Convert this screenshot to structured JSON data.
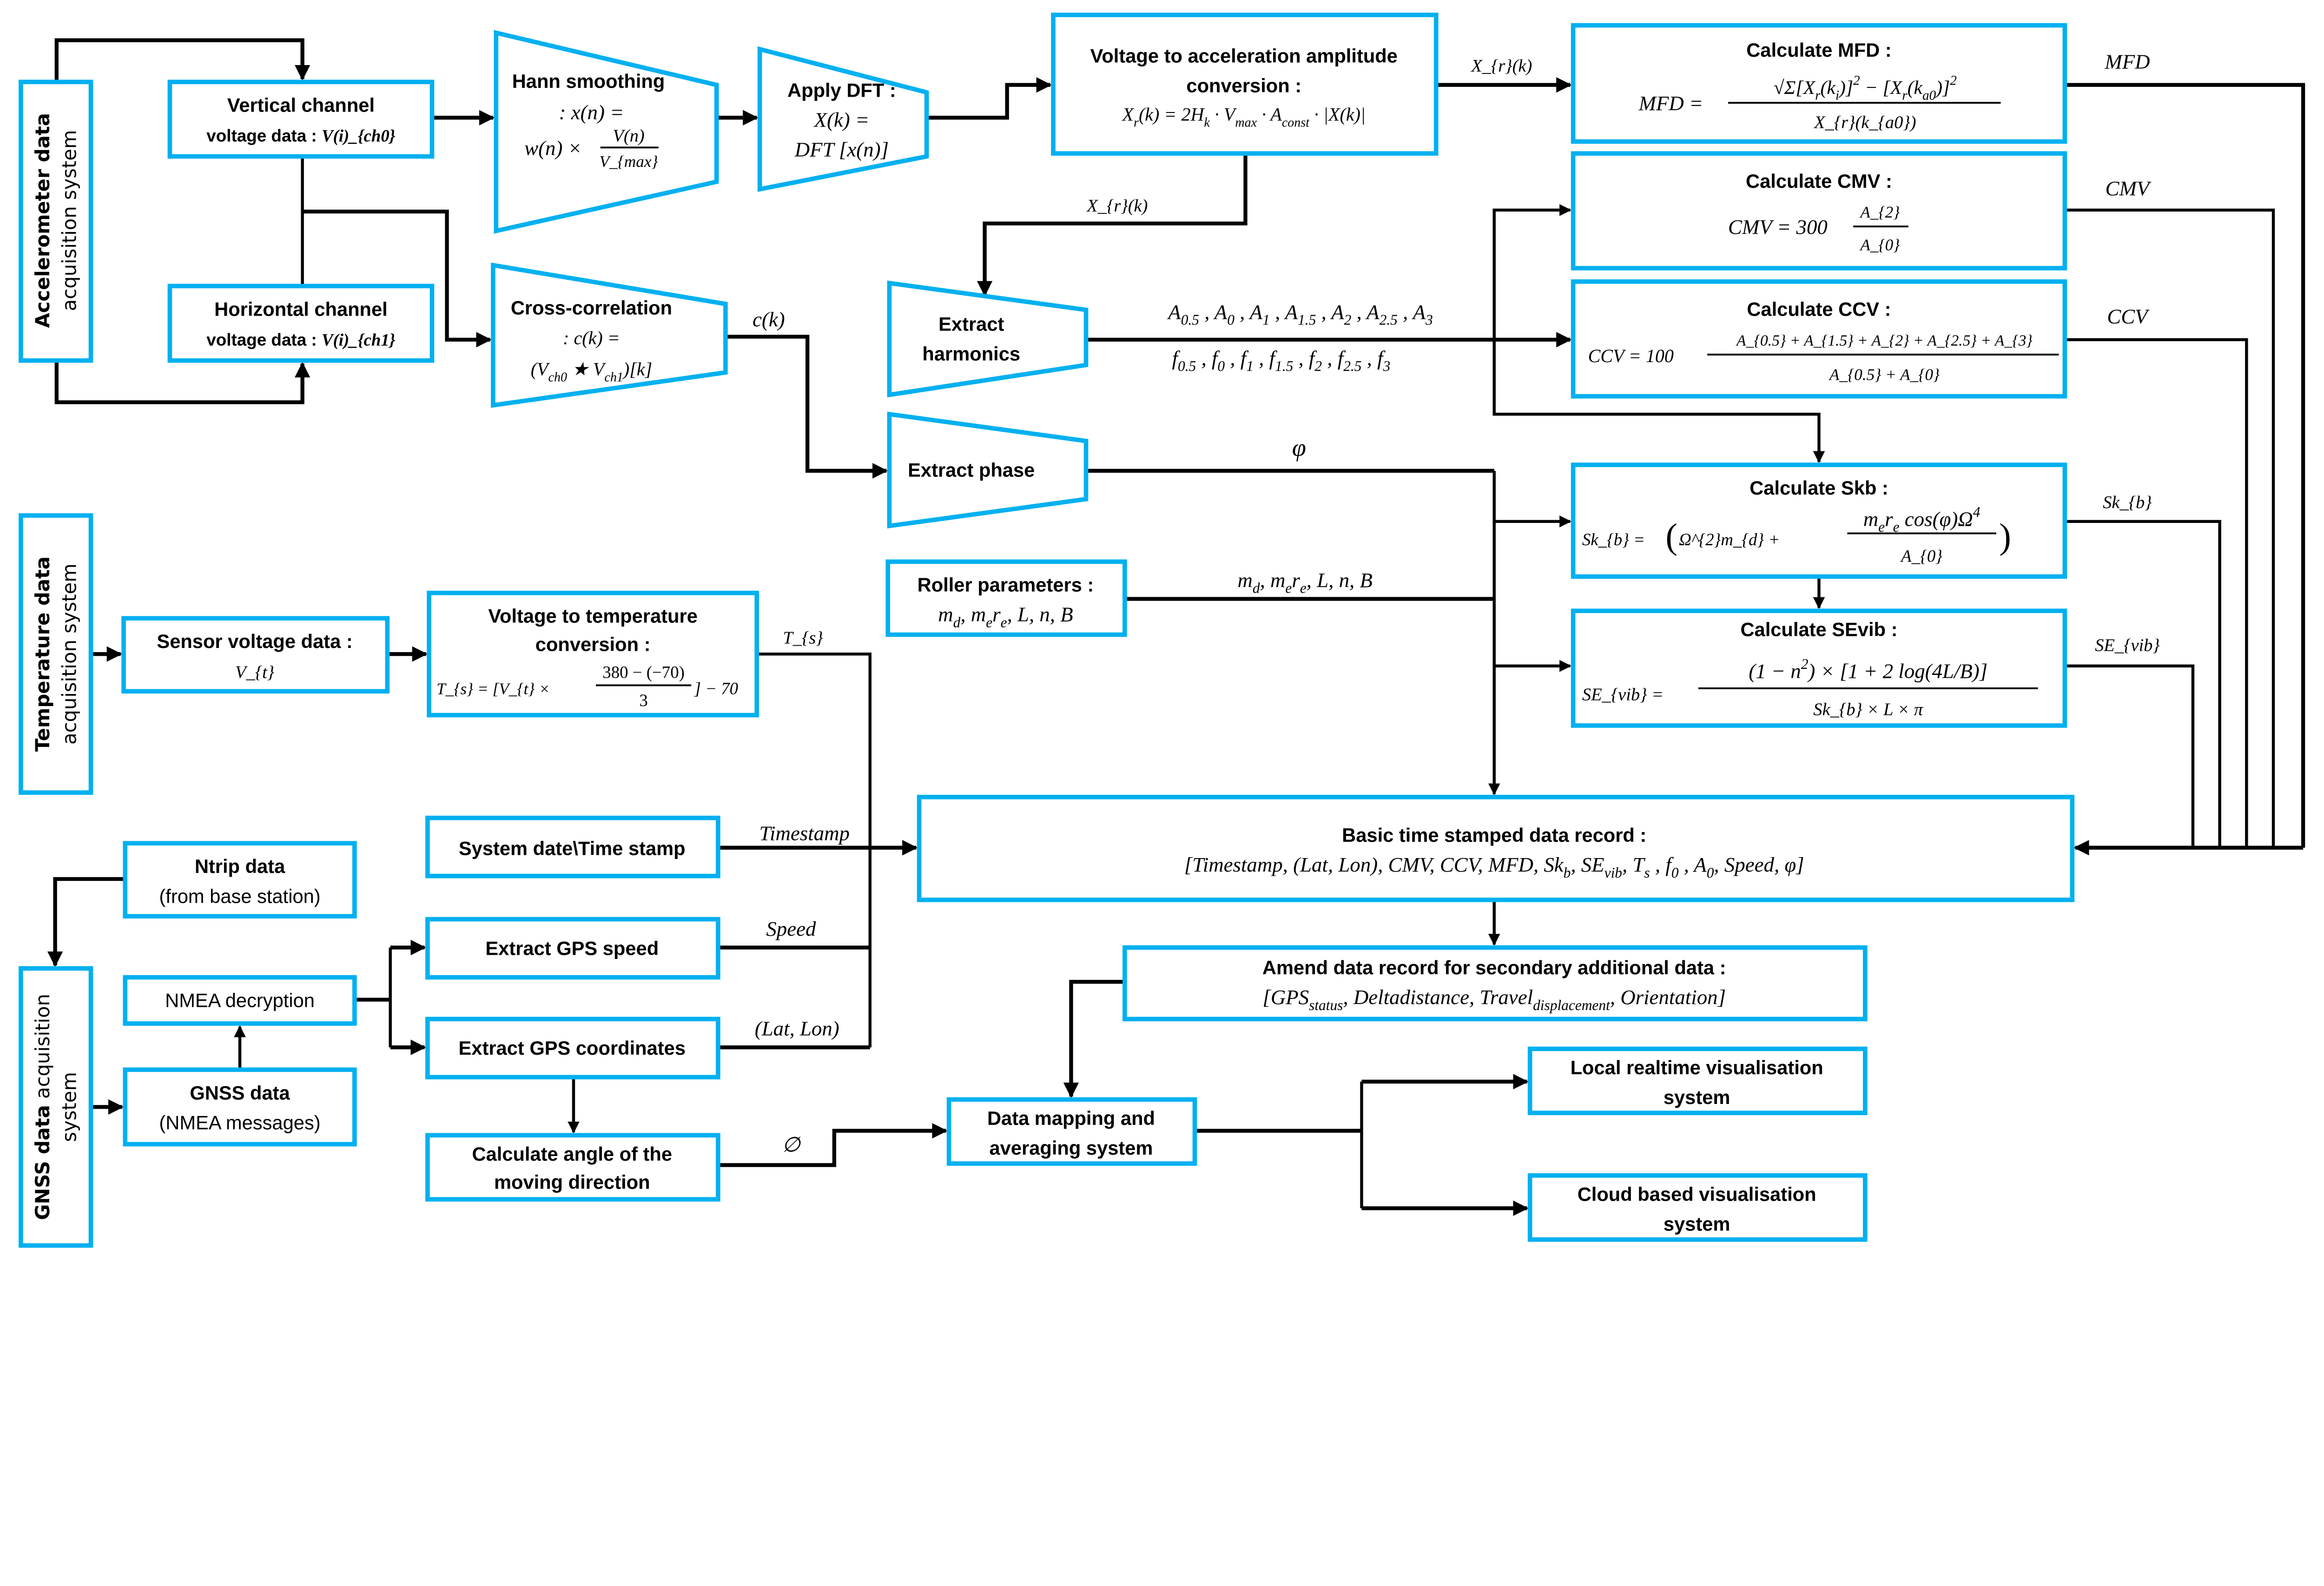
{
  "colors": {
    "box_border": "#00B0F0",
    "line": "#000000"
  },
  "accel_system": {
    "title": "Accelerometer data",
    "subtitle": "acquisition system"
  },
  "temp_system": {
    "title": "Temperature data",
    "subtitle": "acquisition system"
  },
  "gnss_system": {
    "title": "GNSS data",
    "title_rest": "acquisition",
    "subtitle": "system"
  },
  "vertical": {
    "line1": "Vertical channel",
    "line2": "voltage data : ",
    "math": "V(i)_{ch0}"
  },
  "horizontal": {
    "line1": "Horizontal channel",
    "line2": "voltage data : ",
    "math": "V(i)_{ch1}"
  },
  "hann": {
    "title": "Hann smoothing",
    "eq1": ": x(n) =",
    "eq2": "w(n) ×",
    "num": "V(n)",
    "den": "V_{max}"
  },
  "dft": {
    "title": "Apply DFT :",
    "eq1": "X(k) =",
    "eq2": "DFT [x(n)]"
  },
  "v2a": {
    "line1": "Voltage to acceleration amplitude",
    "line2": "conversion :",
    "eq": "X_{r}(k) = 2H_{k} · V_{max} · A_{const} · |X(k)|"
  },
  "mfd": {
    "title": "Calculate MFD :",
    "lhs": "MFD =",
    "num": "√Σ[X_{r}(k_{i})]^{2} − [X_{r}(k_{a0})]^{2}",
    "den": "X_{r}(k_{a0})"
  },
  "cmv": {
    "title": "Calculate CMV :",
    "lhs": "CMV = 300",
    "num": "A_{2}",
    "den": "A_{0}"
  },
  "ccv": {
    "title": "Calculate CCV :",
    "lhs": "CCV = 100",
    "num": "A_{0.5} + A_{1.5} + A_{2} + A_{2.5} + A_{3}",
    "den": "A_{0.5} + A_{0}"
  },
  "skb": {
    "title": "Calculate Skb :",
    "lhs": "Sk_{b} = ",
    "paren_l": "(",
    "term": "Ω^{2}m_{d} +",
    "num": "m_{e}r_{e} cos(φ)Ω^{4}",
    "den": "A_{0}",
    "paren_r": ")"
  },
  "sevib": {
    "title": "Calculate SEvib :",
    "lhs": "SE_{vib} =",
    "num": "(1 − n^{2}) × [1 + 2 log(4L/B)]",
    "den": "Sk_{b} × L × π"
  },
  "cross": {
    "title": "Cross-correlation",
    "eq1": ": c(k) =",
    "eq2": "(V_{ch0} ★ V_{ch1})[k]"
  },
  "harmonics": {
    "line1": "Extract",
    "line2": "harmonics"
  },
  "phase": {
    "title": "Extract phase"
  },
  "roller": {
    "title": "Roller parameters :",
    "params": "m_{d}, m_{e}r_{e}, L, n, B"
  },
  "sensor": {
    "title": "Sensor voltage data :",
    "math": "V_{t}"
  },
  "v2t": {
    "line1": "Voltage to temperature",
    "line2": "conversion :",
    "eq_lhs": "T_{s} = [V_{t} ×",
    "num": "380 − (−70)",
    "den": "3",
    "eq_rhs": "] − 70"
  },
  "timestamp_box": {
    "title": "System date\\Time stamp"
  },
  "ntrip": {
    "line1": "Ntrip data",
    "line2": "(from base station)"
  },
  "nmea": {
    "title": "NMEA decryption"
  },
  "gnss_data": {
    "line1": "GNSS data",
    "line2": "(NMEA messages)"
  },
  "gps_speed": {
    "title": "Extract GPS speed"
  },
  "gps_coords": {
    "title": "Extract GPS coordinates"
  },
  "angle": {
    "line1": "Calculate angle of the",
    "line2": "moving direction"
  },
  "record": {
    "title": "Basic time stamped data record :",
    "fields": "[Timestamp, (Lat, Lon), CMV, CCV, MFD, Sk_{b}, SE_{vib}, T_{s} , f_{0} , A_{0}, Speed, φ]"
  },
  "amend": {
    "title": "Amend data record for secondary additional data :",
    "fields": "[GPS_{status}, Deltadistance, Travel_{displacement}, Orientation]"
  },
  "mapping": {
    "line1": "Data mapping and",
    "line2": "averaging system"
  },
  "local_vis": {
    "line1": "Local realtime visualisation",
    "line2": "system"
  },
  "cloud_vis": {
    "line1": "Cloud based visualisation",
    "line2": "system"
  },
  "edge_labels": {
    "xr_top": "X_{r}(k)",
    "xr_down": "X_{r}(k)",
    "ck": "c(k)",
    "amplitudes": "A_{0.5} , A_{0} , A_{1} , A_{1.5} , A_{2} , A_{2.5} , A_{3}",
    "frequencies": "f_{0.5} , f_{0} , f_{1} , f_{1.5} , f_{2} , f_{2.5} , f_{3}",
    "phi": "φ",
    "roller": "m_{d}, m_{e}r_{e}, L, n, B",
    "mfd": "MFD",
    "cmv": "CMV",
    "ccv": "CCV",
    "skb": "Sk_{b}",
    "sevib": "SE_{vib}",
    "ts": "T_{s}",
    "timestamp": "Timestamp",
    "speed": "Speed",
    "latlon": "(Lat, Lon)",
    "angle": "∅"
  }
}
